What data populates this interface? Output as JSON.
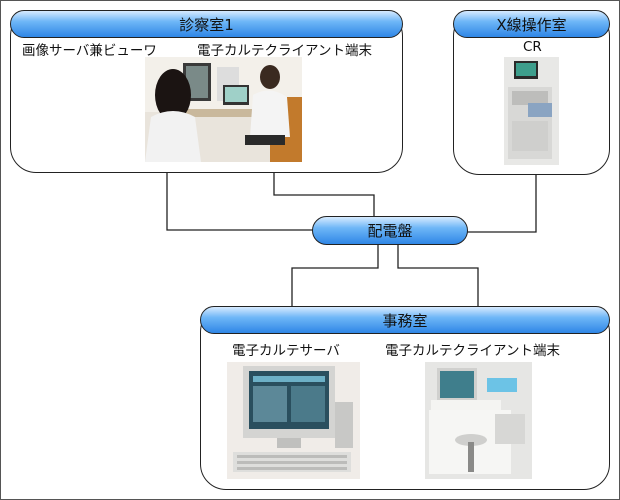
{
  "rooms": {
    "exam": {
      "title": "診察室1",
      "viewer_label": "画像サーバ兼ビューワ",
      "terminal_label": "電子カルテクライアント端末"
    },
    "xray": {
      "title": "X線操作室",
      "device_label": "CR"
    },
    "office": {
      "title": "事務室",
      "server_label": "電子カルテサーバ",
      "terminal_label": "電子カルテクライアント端末"
    }
  },
  "hub": {
    "label": "配電盤"
  },
  "colors": {
    "pill_top": "#d7ebff",
    "pill_bottom": "#2f86e6",
    "line": "#222222"
  }
}
